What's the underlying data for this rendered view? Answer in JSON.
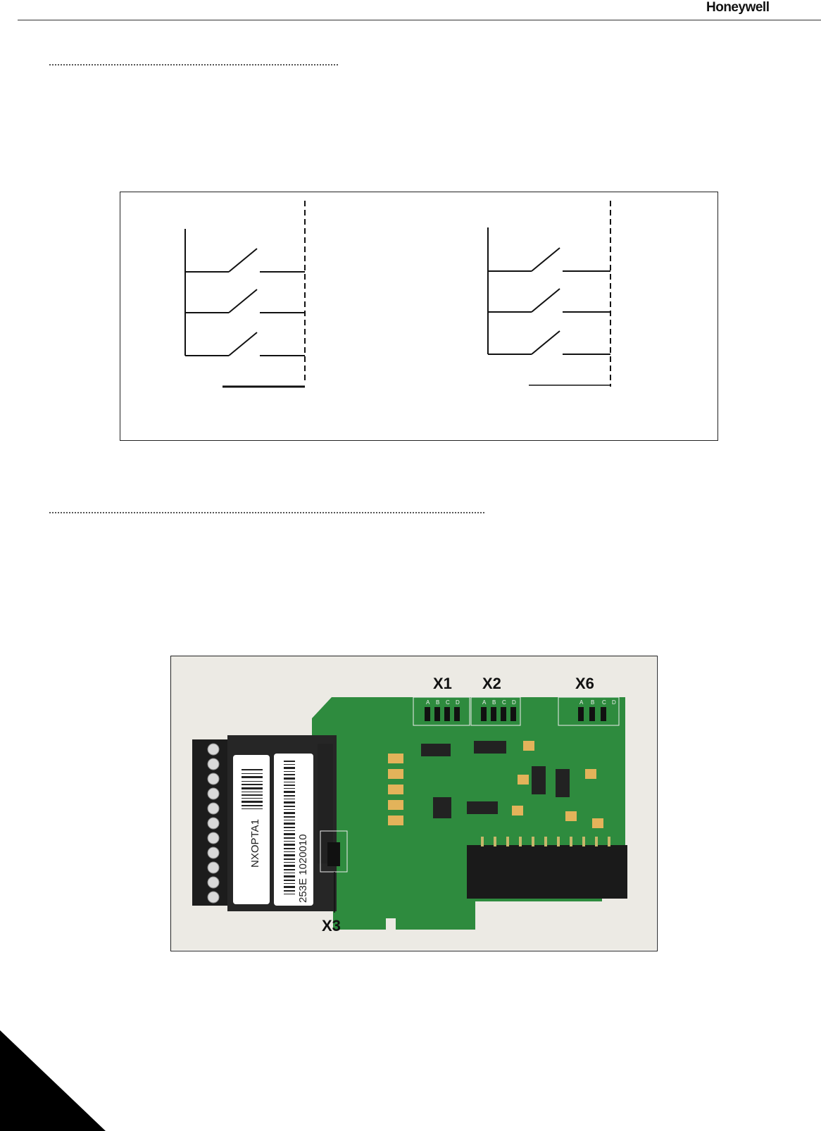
{
  "header": {
    "brand": "Honeywell"
  },
  "figure_photo": {
    "connector_labels": [
      "X1",
      "X2",
      "X6",
      "X3"
    ],
    "board_label_1": "NXOPTA1",
    "board_label_2": "253E 1020010",
    "jumper_letters": [
      "A",
      "B",
      "C",
      "D"
    ]
  },
  "colors": {
    "pcb_green": "#2e8b3e",
    "connector_black": "#1c1c1c",
    "page_corner": "#000000"
  }
}
